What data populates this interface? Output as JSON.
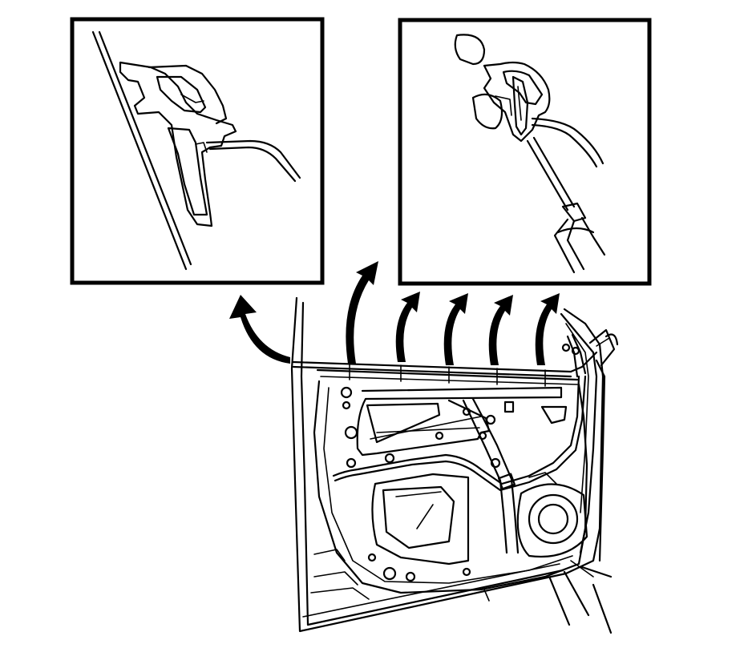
{
  "figure": {
    "kind": "service-manual-illustration",
    "line_color": "#000000",
    "background_color": "#ffffff",
    "insets": [
      {
        "name": "detail-clip-with-wire"
      },
      {
        "name": "detail-clip-release-with-fork-tool"
      }
    ],
    "arrow_count": 6,
    "icons": [
      "curved-up-arrow-icon",
      "trim-fork-tool-icon",
      "door-clip-icon"
    ]
  }
}
